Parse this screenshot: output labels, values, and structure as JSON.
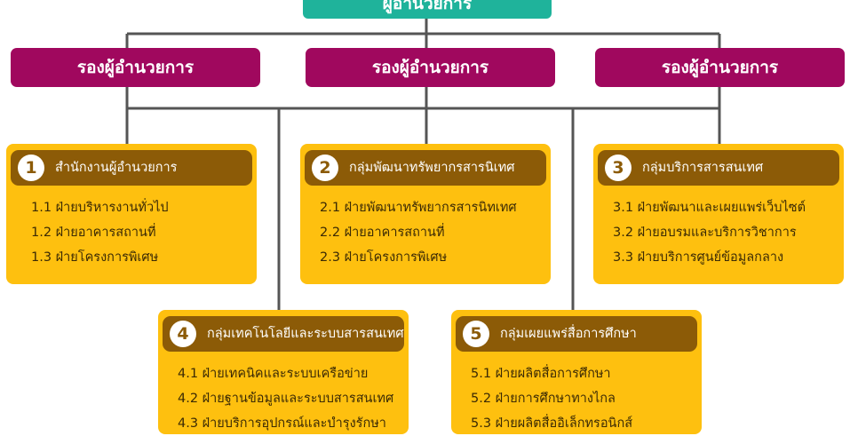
{
  "director": "ผู้อำนวยการ",
  "deputies": [
    "รองผู้อำนวยการ",
    "รองผู้อำนวยการ",
    "รองผู้อำนวยการ"
  ],
  "groups": [
    {
      "num": "1",
      "title": "สำนักงานผู้อำนวยการ",
      "items": [
        "1.1 ฝ่ายบริหารงานทั่วไป",
        "1.2 ฝ่ายอาคารสถานที่",
        "1.3 ฝ่ายโครงการพิเศษ"
      ]
    },
    {
      "num": "2",
      "title": "กลุ่มพัฒนาทรัพยากรสารนิเทศ",
      "items": [
        "2.1 ฝ่ายพัฒนาทรัพยากรสารนิทเทศ",
        "2.2 ฝ่ายอาคารสถานที่",
        "2.3 ฝ่ายโครงการพิเศษ"
      ]
    },
    {
      "num": "3",
      "title": "กลุ่มบริการสารสนเทศ",
      "items": [
        "3.1 ฝ่ายพัฒนาและเผยแพร่เว็บไซต์",
        "3.2 ฝ่ายอบรมและบริการวิชาการ",
        "3.3 ฝ่ายบริการศูนย์ข้อมูลกลาง"
      ]
    },
    {
      "num": "4",
      "title": "กลุ่มเทคโนโลยีและระบบสารสนเทศ",
      "items": [
        "4.1 ฝ่ายเทคนิคและระบบเครือข่าย",
        "4.2 ฝ่ายฐานข้อมูลและระบบสารสนเทศ",
        "4.3 ฝ่ายบริการอุปกรณ์และบำรุงรักษา"
      ]
    },
    {
      "num": "5",
      "title": "กลุ่มเผยแพร่สื่อการศึกษา",
      "items": [
        "5.1 ฝ่ายผลิตสื่อการศึกษา",
        "5.2 ฝ่ายการศึกษาทางไกล",
        "5.3 ฝ่ายผลิตสื่ออิเล็กทรอนิกส์"
      ]
    }
  ],
  "colors": {
    "director": "#1fb39b",
    "deputy": "#a0085e",
    "group_bg": "#fec00f",
    "group_head": "#8c5b07",
    "connector": "#555555"
  }
}
